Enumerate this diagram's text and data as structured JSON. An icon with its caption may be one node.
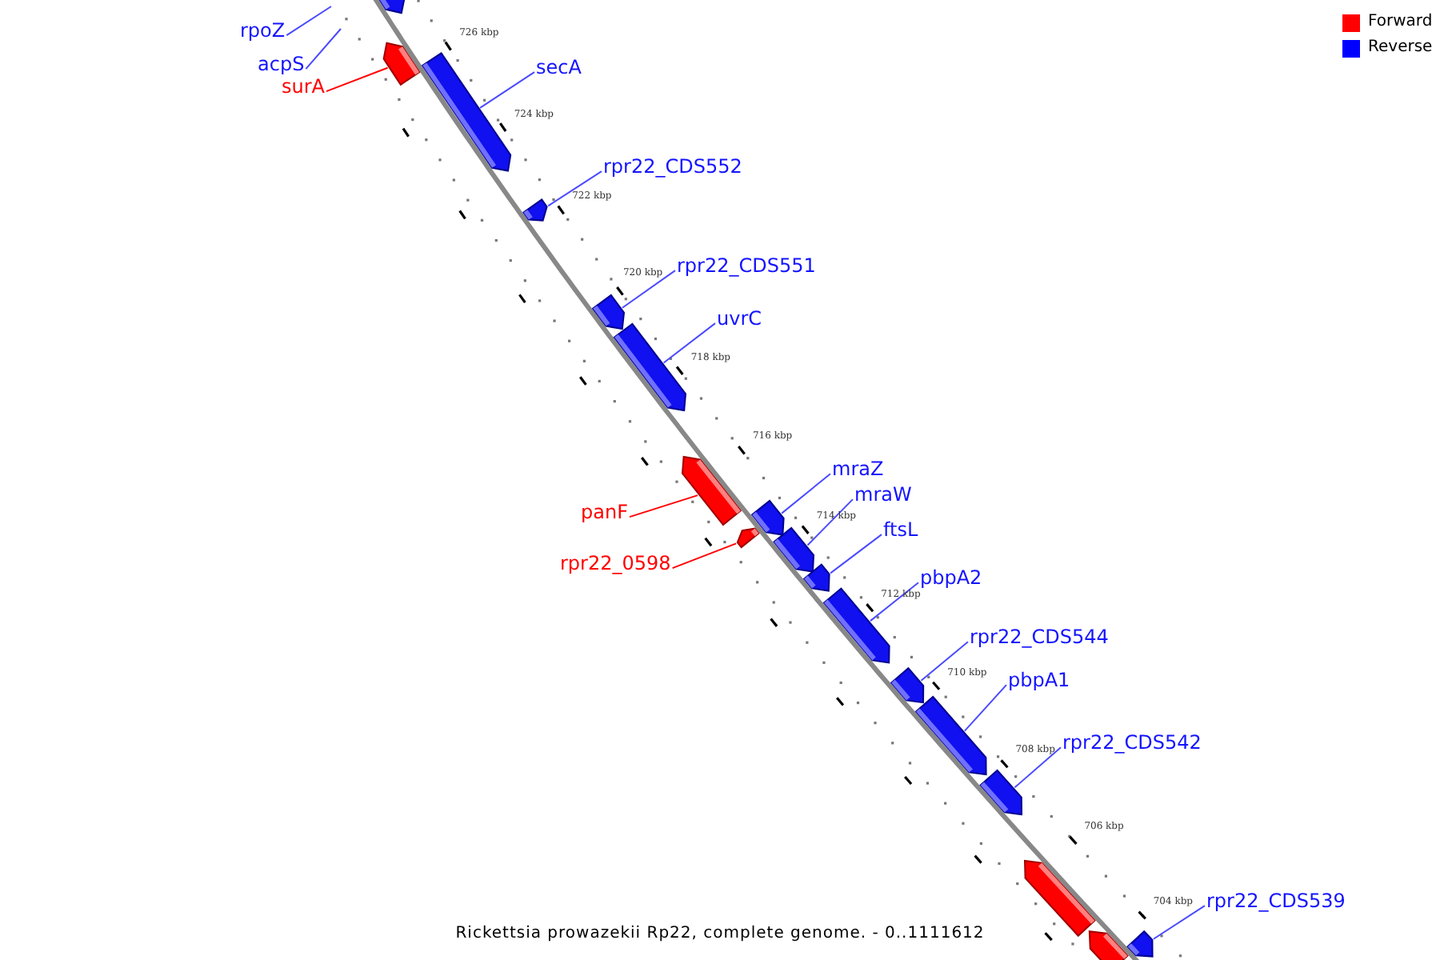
{
  "diagram": {
    "caption": "Rickettsia prowazekii Rp22, complete genome. - 0..1111612",
    "nodes": [
      {
        "text": [
          "rpoZ"
        ]
      },
      {
        "text": [],
        "shape": "bar"
      },
      {
        "text": [
          "acpS"
        ]
      },
      {
        "text": [
          "surA"
        ]
      },
      {
        "text": [],
        "shape": "bar"
      },
      {
        "text": [
          "secA"
        ]
      },
      {
        "text": [],
        "shape": "bar"
      },
      {
        "text": [
          "rpr22_CDS552"
        ]
      },
      {
        "text": [],
        "shape": "bar"
      },
      {
        "text": [
          "rpr22_CDS551"
        ]
      },
      {
        "text": [],
        "shape": "bar"
      },
      {
        "text": [
          "uvrC"
        ]
      },
      {
        "text": [],
        "shape": "bar"
      },
      {
        "text": [
          "panF"
        ]
      },
      {
        "text": [],
        "shape": "bar"
      },
      {
        "text": [
          "rpr22_0598"
        ]
      },
      {
        "text": [],
        "shape": "bar"
      },
      {
        "text": [
          "mraZ"
        ]
      },
      {
        "text": [],
        "shape": "bar"
      },
      {
        "text": [
          "mraW"
        ]
      },
      {
        "text": [],
        "shape": "bar"
      },
      {
        "text": [
          "ftsL"
        ]
      },
      {
        "text": [],
        "shape": "bar"
      },
      {
        "text": [
          "pbpA2"
        ]
      },
      {
        "text": [],
        "shape": "bar"
      },
      {
        "text": [
          "rpr22_CDS544"
        ]
      },
      {
        "text": [],
        "shape": "bar"
      },
      {
        "text": [
          "pbpA1"
        ]
      },
      {
        "text": [],
        "shape": "bar"
      },
      {
        "text": [
          "rpr22_CDS542"
        ]
      },
      {
        "text": [],
        "shape": "bar"
      },
      {
        "text": [],
        "shape": "bar"
      },
      {
        "text": [],
        "shape": "bar"
      },
      {
        "text": [
          "rpr22_CDS539"
        ]
      },
      {
        "text": [],
        "shape": "bar"
      }
    ],
    "edges": [
      {
        "from": 0,
        "to": null,
        "arrow": "none"
      },
      {
        "from": 2,
        "to": null,
        "arrow": "none"
      },
      {
        "from": 3,
        "to": 4,
        "arrow": "none",
        "color": "#ff0000"
      },
      {
        "from": 5,
        "to": 6,
        "arrow": "none"
      },
      {
        "from": 7,
        "to": 8,
        "arrow": "none"
      },
      {
        "from": 9,
        "to": 10,
        "arrow": "none"
      },
      {
        "from": 11,
        "to": 12,
        "arrow": "none"
      },
      {
        "from": 13,
        "to": 14,
        "arrow": "none",
        "color": "#ff0000"
      },
      {
        "from": 15,
        "to": 16,
        "arrow": "none",
        "color": "#ff0000"
      },
      {
        "from": 17,
        "to": 18,
        "arrow": "none"
      },
      {
        "from": 19,
        "to": 20,
        "arrow": "none"
      },
      {
        "from": 21,
        "to": 22,
        "arrow": "none"
      },
      {
        "from": 23,
        "to": 24,
        "arrow": "none"
      },
      {
        "from": 25,
        "to": 26,
        "arrow": "none"
      },
      {
        "from": 27,
        "to": 28,
        "arrow": "none"
      },
      {
        "from": 29,
        "to": 30,
        "arrow": "none"
      },
      {
        "from": 33,
        "to": 34,
        "arrow": "none"
      }
    ],
    "labels": [
      "726 kbp",
      "724 kbp",
      "722 kbp",
      "720 kbp",
      "718 kbp",
      "716 kbp",
      "714 kbp",
      "712 kbp",
      "710 kbp",
      "708 kbp",
      "706 kbp",
      "704 kbp"
    ],
    "legend": [
      {
        "text": "Forward",
        "color": "#ff0000"
      },
      {
        "text": "Reverse",
        "color": "#0000ff"
      }
    ]
  }
}
